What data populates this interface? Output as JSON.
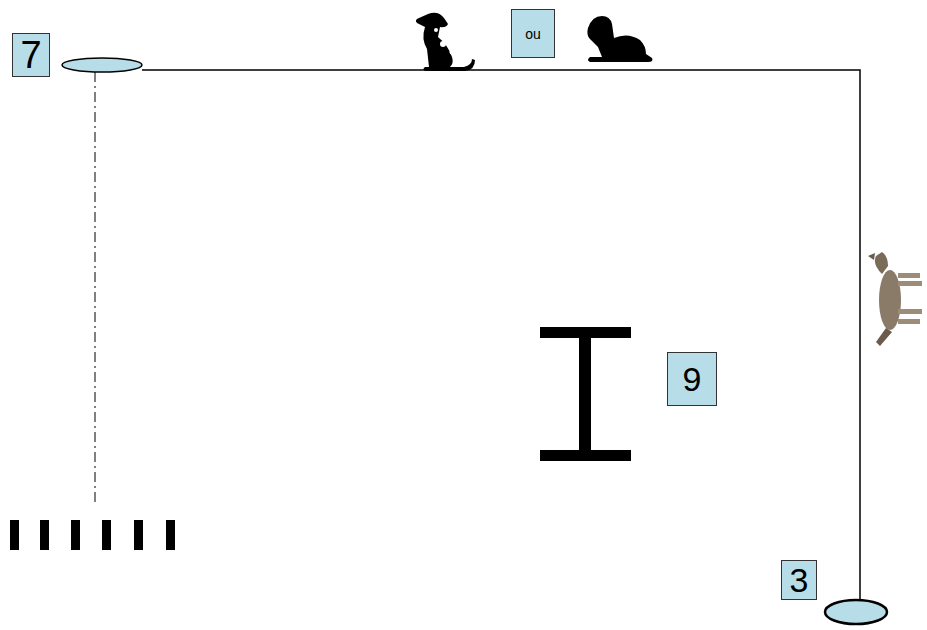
{
  "diagram": {
    "nodes": [
      {
        "text": [
          "7"
        ]
      },
      {
        "text": [
          "ou"
        ]
      },
      {
        "text": [
          "9"
        ]
      },
      {
        "text": [
          "3"
        ]
      }
    ]
  }
}
